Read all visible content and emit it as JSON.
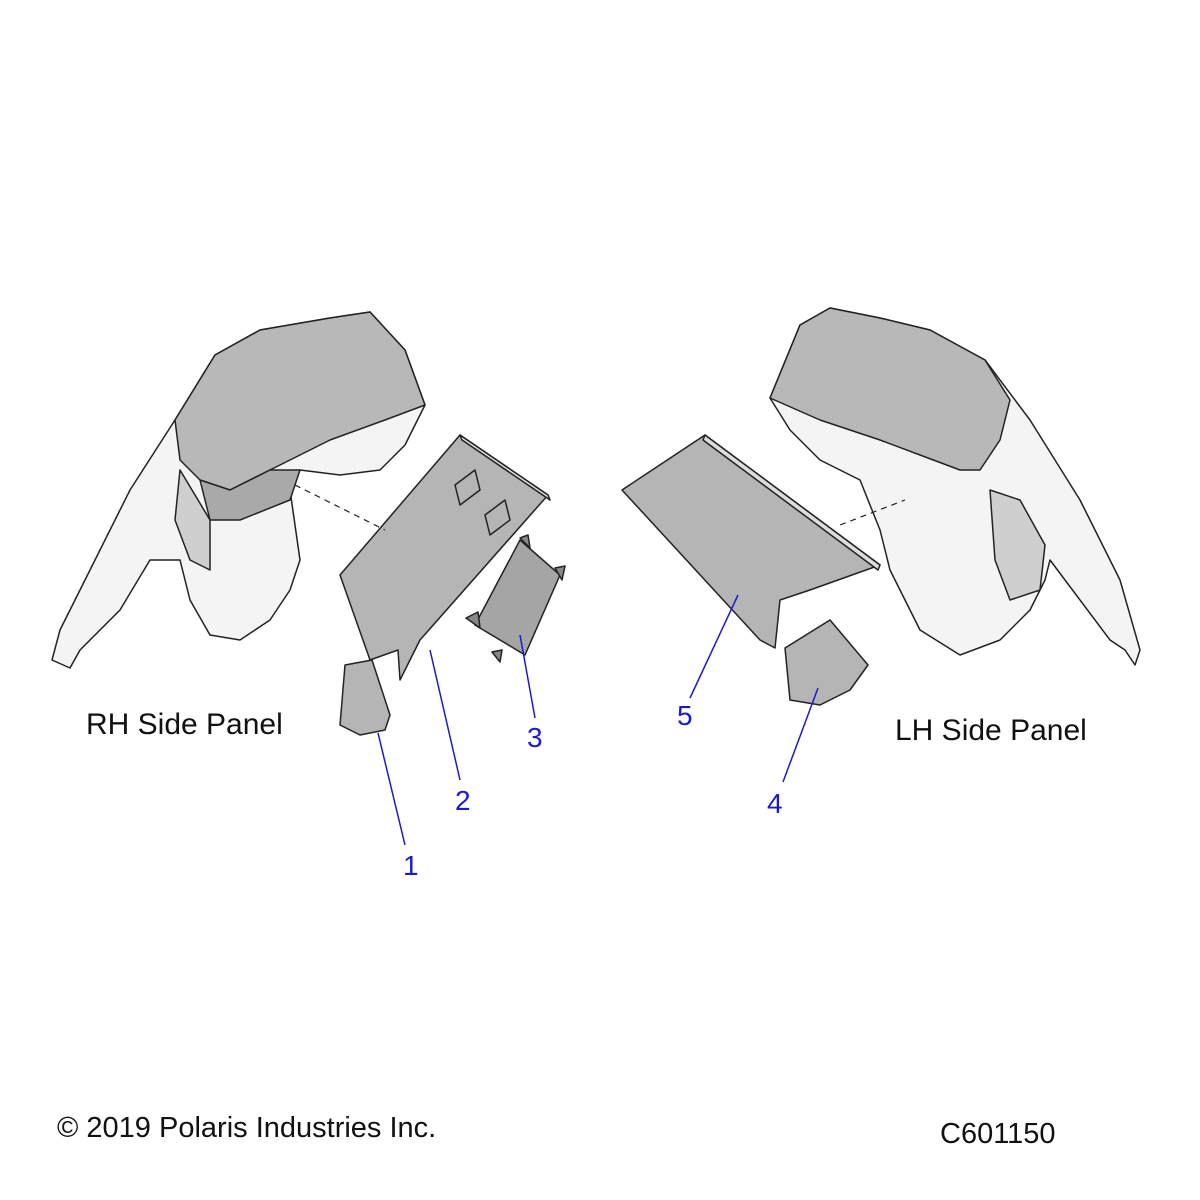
{
  "labels": {
    "rh_side_panel": "RH Side Panel",
    "lh_side_panel": "LH Side Panel"
  },
  "callouts": [
    "1",
    "2",
    "3",
    "4",
    "5"
  ],
  "footer": {
    "copyright": "© 2019 Polaris Industries Inc.",
    "figure_id": "C601150"
  },
  "colors": {
    "callout": "#1a1ad0",
    "part_fill": "#b5b5b5",
    "part_dark": "#999999",
    "outline": "#222222"
  }
}
